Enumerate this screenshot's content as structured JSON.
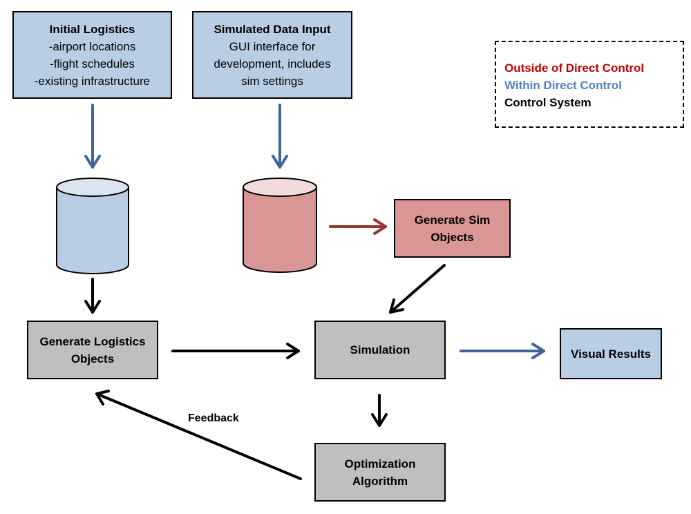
{
  "colors": {
    "outside": "#c00000",
    "within": "#4f81bd",
    "control": "#000000",
    "blue_fill": "#b9cde5",
    "red_fill": "#da9694",
    "gray_fill": "#bfbfbf",
    "blue_arrow": "#3d6597",
    "red_arrow": "#963634",
    "black_arrow": "#000000"
  },
  "boxes": {
    "initial_logistics": {
      "title": "Initial Logistics",
      "lines": [
        "-airport locations",
        "-flight schedules",
        "-existing infrastructure"
      ]
    },
    "simulated_data_input": {
      "title": "Simulated Data Input",
      "lines": [
        "GUI interface for",
        "development, includes",
        "sim settings"
      ]
    },
    "generate_sim_objects": {
      "line1": "Generate Sim",
      "line2": "Objects"
    },
    "generate_logistics_objects": {
      "line1": "Generate Logistics",
      "line2": "Objects"
    },
    "simulation": {
      "label": "Simulation"
    },
    "visual_results": {
      "label": "Visual Results"
    },
    "optimization_algorithm": {
      "line1": "Optimization",
      "line2": "Algorithm"
    }
  },
  "edge_labels": {
    "feedback": "Feedback"
  },
  "legend": {
    "outside": "Outside of Direct Control",
    "within": "Within Direct Control",
    "control": "Control System"
  }
}
